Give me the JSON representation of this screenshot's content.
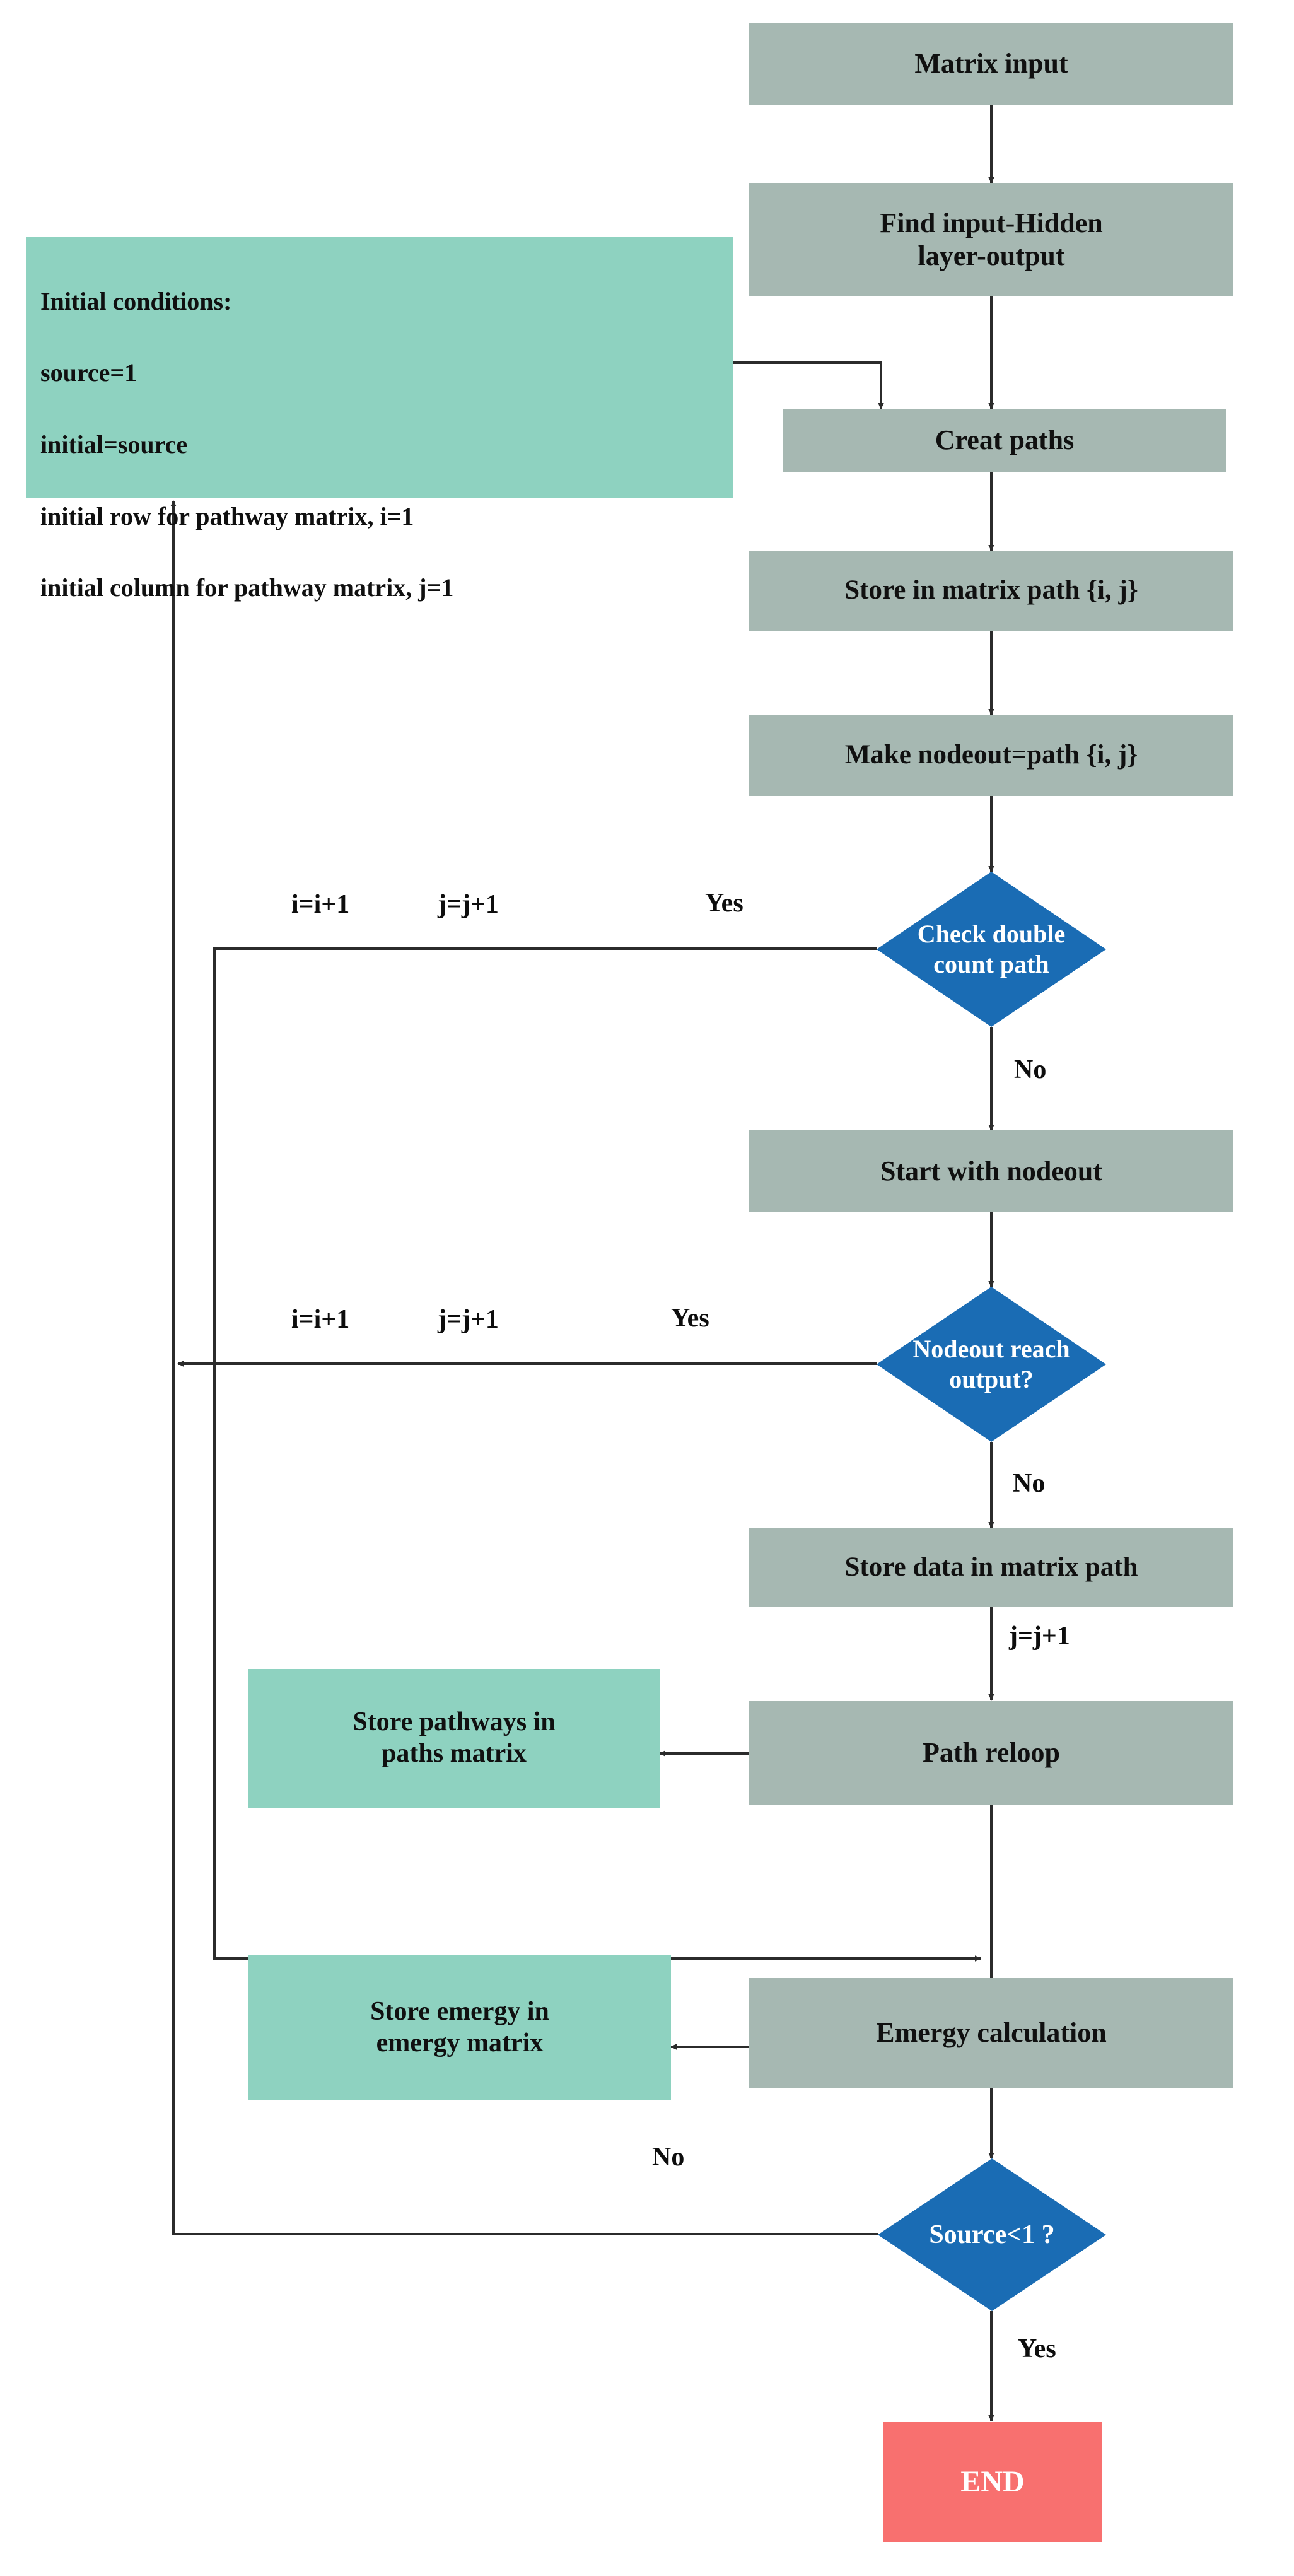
{
  "diagram": {
    "title": "Emergy pathway algorithm flowchart",
    "colors": {
      "process": "#a6b8b2",
      "store": "#8ed2c0",
      "decision": "#1a6cb4",
      "end": "#f8706f",
      "line": "#2b2b2b",
      "text_dark": "#101010",
      "text_light": "#ffffff"
    }
  },
  "nodes": {
    "matrix_input": "Matrix input",
    "find_layers": "Find input-Hidden\nlayer-output",
    "creat_paths": "Creat paths",
    "store_matrix_path": "Store in matrix path {i, j}",
    "make_nodeout": "Make nodeout=path {i, j}",
    "check_double": "Check double\ncount path",
    "start_nodeout": "Start with nodeout",
    "nodeout_reach": "Nodeout reach\noutput?",
    "store_data_matrix": "Store data in matrix path",
    "path_reloop": "Path reloop",
    "store_pathways": "Store pathways in\npaths matrix",
    "emergy_calc": "Emergy calculation",
    "store_emergy": "Store emergy in\nemergy matrix",
    "source_check": "Source<1 ?",
    "end": "END"
  },
  "initial_conditions": {
    "line1": "Initial conditions:",
    "line2": "source=1",
    "line3": "initial=source",
    "line4": "initial row for pathway matrix, i=1",
    "line5": "initial column for pathway matrix, j=1"
  },
  "edge_labels": {
    "check_double_inc_i": "i=i+1",
    "check_double_inc_j": "j=j+1",
    "check_double_yes": "Yes",
    "check_double_no": "No",
    "nodeout_inc_i": "i=i+1",
    "nodeout_inc_j": "j=j+1",
    "nodeout_yes": "Yes",
    "nodeout_no": "No",
    "reloop_inc_j": "j=j+1",
    "source_no": "No",
    "source_yes": "Yes"
  }
}
